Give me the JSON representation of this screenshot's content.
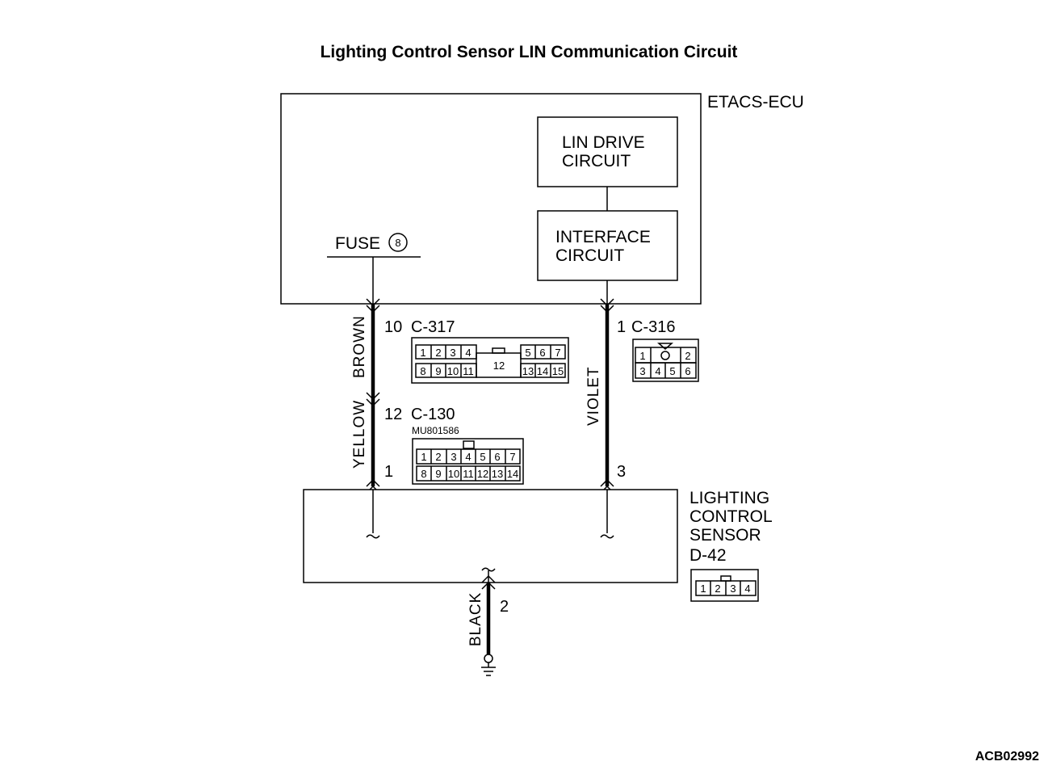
{
  "title": "Lighting Control Sensor LIN Communication Circuit",
  "ecu": {
    "name": "ETACS-ECU",
    "lin_drive": [
      "LIN DRIVE",
      "CIRCUIT"
    ],
    "interface": [
      "INTERFACE",
      "CIRCUIT"
    ],
    "fuse_label": "FUSE",
    "fuse_number": "8"
  },
  "connectors": {
    "c317": {
      "pin": "10",
      "name": "C-317",
      "top_left": [
        "1",
        "2",
        "3",
        "4"
      ],
      "top_right": [
        "5",
        "6",
        "7"
      ],
      "bottom_left": [
        "8",
        "9",
        "10",
        "11"
      ],
      "center": "12",
      "bottom_right": [
        "13",
        "14",
        "15"
      ]
    },
    "c316": {
      "pin": "1",
      "name": "C-316",
      "top": [
        "1",
        "2"
      ],
      "bottom": [
        "3",
        "4",
        "5",
        "6"
      ]
    },
    "c130": {
      "pin": "12",
      "name": "C-130",
      "part_no": "MU801586",
      "top": [
        "1",
        "2",
        "3",
        "4",
        "5",
        "6",
        "7"
      ],
      "bottom": [
        "8",
        "9",
        "10",
        "11",
        "12",
        "13",
        "14"
      ]
    },
    "d42": {
      "name": "D-42",
      "cells": [
        "1",
        "2",
        "3",
        "4"
      ]
    }
  },
  "wires": {
    "brown": "BROWN",
    "yellow": "YELLOW",
    "violet": "VIOLET",
    "black": "BLACK"
  },
  "pins": {
    "sensor_left": "1",
    "sensor_right": "3",
    "ground": "2"
  },
  "sensor": [
    "LIGHTING",
    "CONTROL",
    "SENSOR"
  ],
  "figure_code": "ACB02992"
}
